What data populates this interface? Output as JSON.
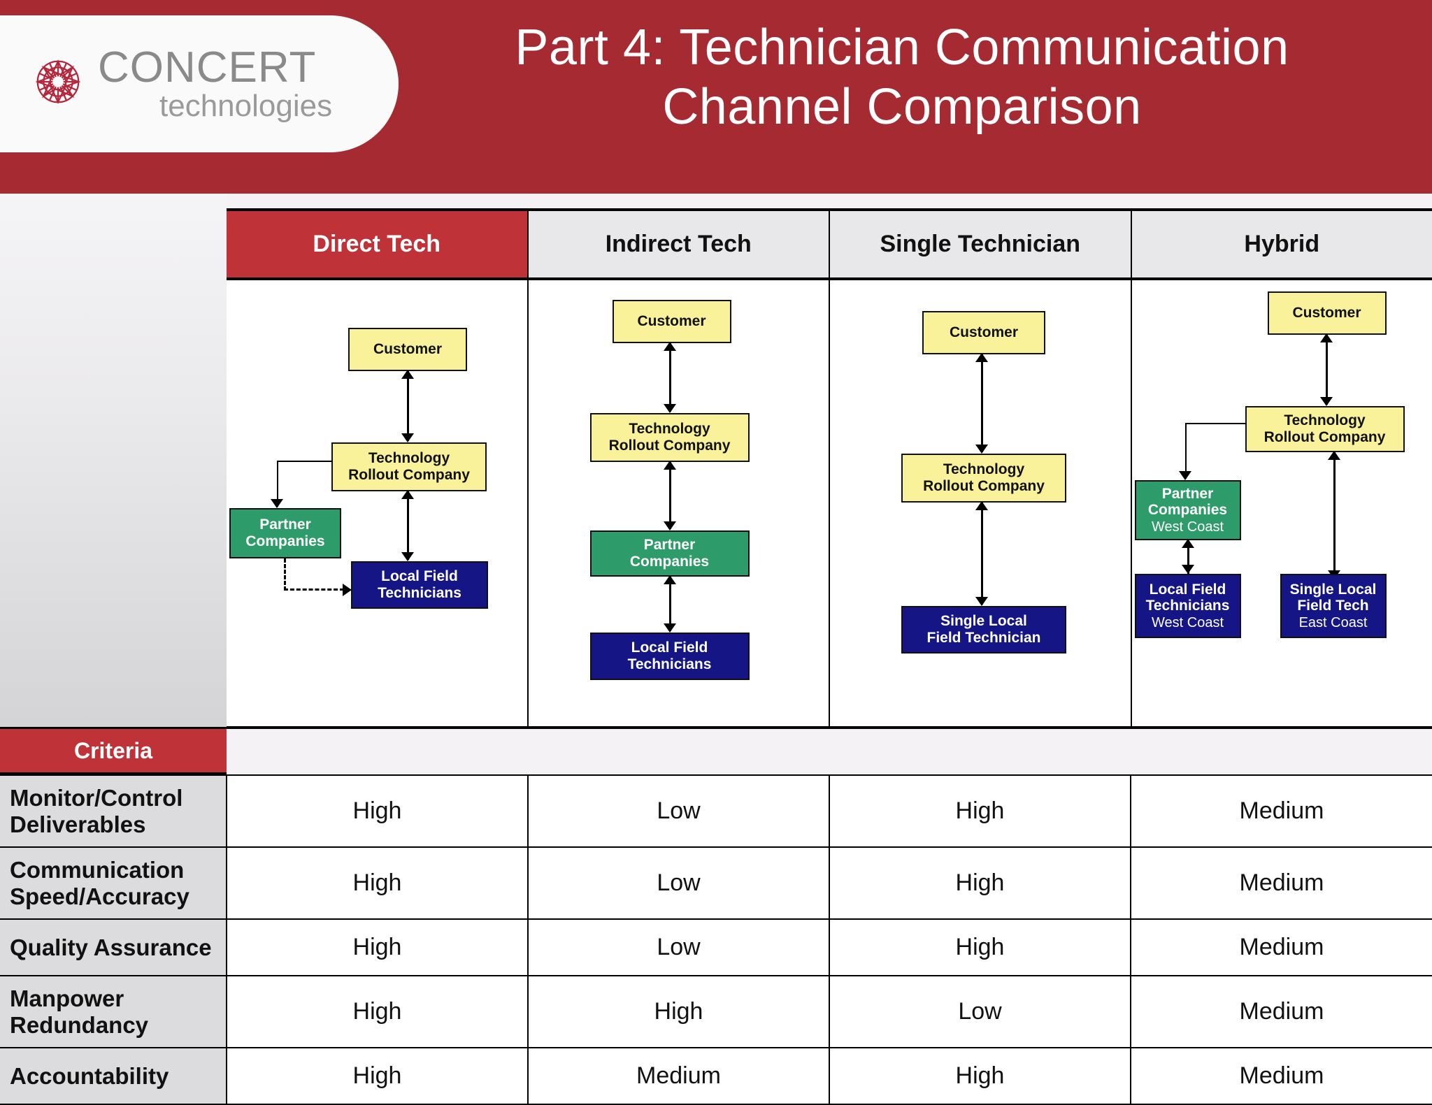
{
  "header": {
    "title_line1": "Part 4: Technician Communication",
    "title_line2": "Channel Comparison",
    "brand_word": "CONCERT",
    "brand_sub": "technologies",
    "band_color": "#A52A32",
    "accent_color": "#BF3238"
  },
  "columns": [
    {
      "label": "Direct Tech",
      "accent": true
    },
    {
      "label": "Indirect Tech",
      "accent": false
    },
    {
      "label": "Single Technician",
      "accent": false
    },
    {
      "label": "Hybrid",
      "accent": false
    }
  ],
  "diagrams": {
    "direct_tech": {
      "customer": "Customer",
      "rollout_line1": "Technology",
      "rollout_line2": "Rollout Company",
      "partner_line1": "Partner",
      "partner_line2": "Companies",
      "techs_line1": "Local Field",
      "techs_line2": "Technicians"
    },
    "indirect_tech": {
      "customer": "Customer",
      "rollout_line1": "Technology",
      "rollout_line2": "Rollout Company",
      "partner_line1": "Partner",
      "partner_line2": "Companies",
      "techs_line1": "Local Field",
      "techs_line2": "Technicians"
    },
    "single_technician": {
      "customer": "Customer",
      "rollout_line1": "Technology",
      "rollout_line2": "Rollout Company",
      "tech_line1": "Single Local",
      "tech_line2": "Field Technician"
    },
    "hybrid": {
      "customer": "Customer",
      "rollout_line1": "Technology",
      "rollout_line2": "Rollout Company",
      "partner_line1": "Partner",
      "partner_line2": "Companies",
      "partner_sub": "West Coast",
      "west_techs_line1": "Local Field",
      "west_techs_line2": "Technicians",
      "west_techs_sub": "West Coast",
      "east_tech_line1": "Single Local",
      "east_tech_line2": "Field Tech",
      "east_tech_sub": "East Coast"
    }
  },
  "table": {
    "criteria_header": "Criteria",
    "rows": [
      {
        "criteria_line1": "Monitor/Control",
        "criteria_line2": "Deliverables",
        "values": [
          "High",
          "Low",
          "High",
          "Medium"
        ],
        "tall": true
      },
      {
        "criteria_line1": "Communication",
        "criteria_line2": "Speed/Accuracy",
        "values": [
          "High",
          "Low",
          "High",
          "Medium"
        ],
        "tall": true
      },
      {
        "criteria_line1": "Quality Assurance",
        "criteria_line2": "",
        "values": [
          "High",
          "Low",
          "High",
          "Medium"
        ],
        "tall": false
      },
      {
        "criteria_line1": "Manpower",
        "criteria_line2": "Redundancy",
        "values": [
          "High",
          "High",
          "Low",
          "Medium"
        ],
        "tall": true
      },
      {
        "criteria_line1": "Accountability",
        "criteria_line2": "",
        "values": [
          "High",
          "Medium",
          "High",
          "Medium"
        ],
        "tall": false
      }
    ]
  },
  "palette": {
    "node_yellow": "#FAF29A",
    "node_green": "#2E9B6A",
    "node_navy": "#151585",
    "header_grey": "#E8E8EA",
    "criteria_grey": "#DCDCDE"
  }
}
